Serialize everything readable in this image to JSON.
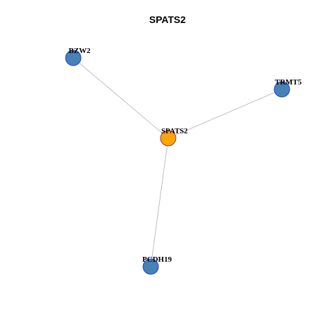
{
  "title": "SPATS2",
  "network": {
    "nodes": [
      {
        "id": "SPATS2",
        "label": "SPATS2",
        "role": "center",
        "fill": "#FFA500",
        "stroke": "#8B3A62"
      },
      {
        "id": "BZW2",
        "label": "BZW2",
        "role": "neighbor",
        "fill": "#4682B4",
        "stroke": "#1C3FD8"
      },
      {
        "id": "TRMT5",
        "label": "TRMT5",
        "role": "neighbor",
        "fill": "#4682B4",
        "stroke": "#1C3FD8"
      },
      {
        "id": "PCDH19",
        "label": "PCDH19",
        "role": "neighbor",
        "fill": "#4682B4",
        "stroke": "#1C3FD8"
      }
    ],
    "edges": [
      {
        "source": "SPATS2",
        "target": "BZW2"
      },
      {
        "source": "SPATS2",
        "target": "TRMT5"
      },
      {
        "source": "SPATS2",
        "target": "PCDH19"
      }
    ],
    "edge_color": "#B0B0B0"
  }
}
